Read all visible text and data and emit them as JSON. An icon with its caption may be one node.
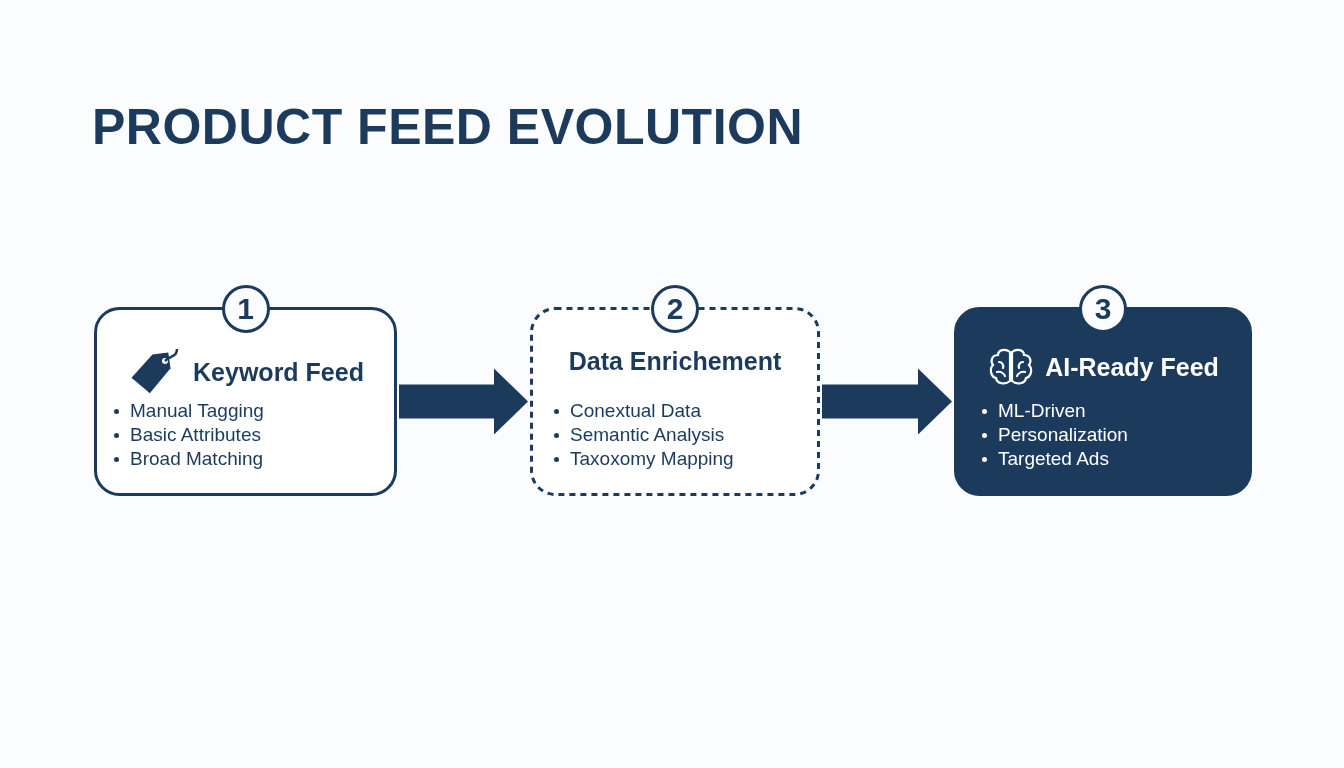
{
  "diagram": {
    "title": "PRODUCT FEED EVOLUTION",
    "nodes": [
      {
        "text": [
          "1",
          "Keyword Feed",
          "Manual Tagging",
          "Basic Attributes",
          "Broad Matching"
        ]
      },
      {
        "text": [
          "2",
          "Data Enrichement",
          "Conextual Data",
          "Semantic Analysis",
          "Taxoxomy Mapping"
        ]
      },
      {
        "text": [
          "3",
          "AI-Ready Feed",
          "ML-Driven",
          "Personalization",
          "Targeted Ads"
        ]
      }
    ],
    "edges": [
      {
        "from": 0,
        "to": 1,
        "arrow": "to"
      },
      {
        "from": 1,
        "to": 2,
        "arrow": "to"
      }
    ]
  }
}
